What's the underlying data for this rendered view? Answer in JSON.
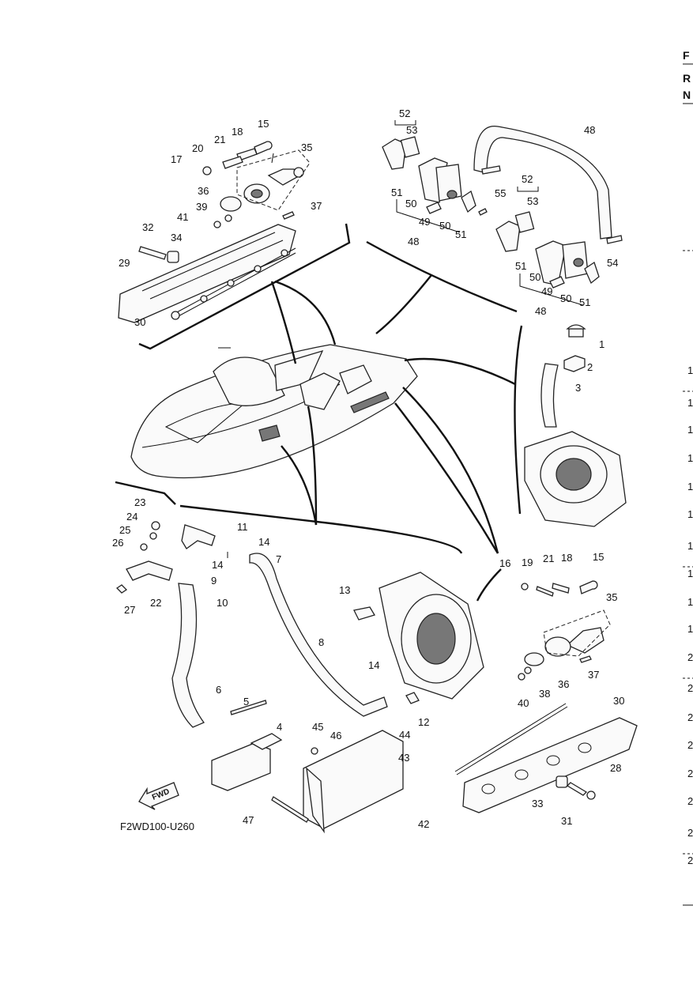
{
  "diagram": {
    "code": "F2WD100-U260",
    "fwd_label": "FWD",
    "edge_header": [
      "F",
      "R",
      "N"
    ],
    "edge_right": [
      "1",
      "1",
      "1",
      "1",
      "1",
      "1",
      "1",
      "1",
      "1",
      "1",
      "2",
      "2",
      "2",
      "2",
      "2",
      "2",
      "2",
      "2"
    ],
    "callouts": [
      "1",
      "2",
      "3",
      "4",
      "5",
      "6",
      "7",
      "8",
      "9",
      "10",
      "11",
      "12",
      "13",
      "14",
      "14",
      "14",
      "15",
      "15",
      "16",
      "17",
      "18",
      "18",
      "19",
      "20",
      "21",
      "21",
      "22",
      "23",
      "24",
      "25",
      "26",
      "27",
      "28",
      "29",
      "30",
      "30",
      "31",
      "32",
      "33",
      "34",
      "35",
      "35",
      "36",
      "36",
      "37",
      "37",
      "38",
      "39",
      "40",
      "41",
      "42",
      "43",
      "44",
      "45",
      "46",
      "47",
      "48",
      "48",
      "48",
      "49",
      "49",
      "50",
      "50",
      "50",
      "50",
      "51",
      "51",
      "51",
      "51",
      "52",
      "52",
      "53",
      "53",
      "54",
      "55"
    ]
  }
}
